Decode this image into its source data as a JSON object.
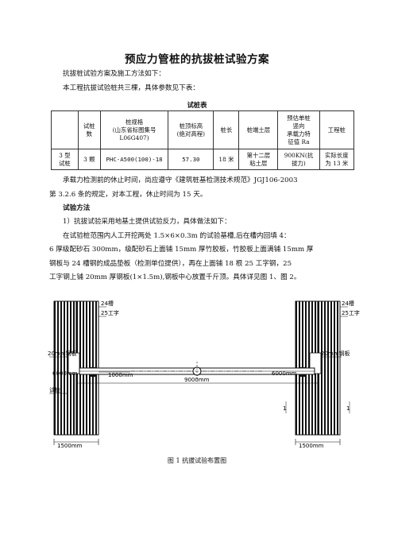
{
  "title": "预应力管桩的抗拔桩试验方案",
  "intro1": "抗拔桩试验方案及施工方法如下：",
  "intro2": "本工程抗拔试验桩共三棵，具体参数见下表：",
  "table": {
    "title": "试桩表",
    "header": {
      "c2": [
        "试桩",
        "数"
      ],
      "c3": [
        "桩规格",
        "(山东省标图集号",
        "L06G407)"
      ],
      "c4": [
        "桩顶标高",
        "(绝对高程)"
      ],
      "c5": "桩长",
      "c6": "桩端土层",
      "c7": [
        "预估单桩",
        "竖向",
        "承载力特",
        "征值 Ra"
      ],
      "c8": "工程桩"
    },
    "row": {
      "c1": [
        "3 型",
        "试桩"
      ],
      "c2": "3 颗",
      "c3": "PHC-A500(100)-18",
      "c4": "57.30",
      "c5": "18 米",
      "c6": [
        "第十二层",
        "粘土层"
      ],
      "c7": [
        "900KN(抗",
        "拔力)"
      ],
      "c8": [
        "实际长度",
        "为 13 米"
      ]
    }
  },
  "para1": "承载力检测前的休止时间，尚应遵守《建筑桩基检测技术规范》JGJ106-2003",
  "para1b": "第 3.2.6 条的规定，对本工程，休止时间为 15 天。",
  "section": "试验方法",
  "item1": "1）抗拔试验采用地基土提供试验反力，具体做法如下：",
  "para2": "在试验桩范围内人工开挖两处 1.5×6×0.3m 的试验基槽,后在槽内回填 4：",
  "para2b": "6 厚级配砂石 300mm，级配砂石上面铺 15mm 厚竹胶板，竹胶板上面满铺 15mm 厚",
  "para2c": "钢板与 24 槽钢的成品垫板（检测单位提供），再在上面铺 18 根 25 工字钢，25",
  "para2d": "工字钢上铺 20mm 厚钢板(1×1.5m),钢板中心放置千斤顶。具体详见图 1、图 2。",
  "figure": {
    "caption": "图 1   抗拔试验布置图",
    "lbl_24a": "24槽",
    "lbl_25a": "25工字",
    "lbl_24b": "24槽",
    "lbl_25b": "25工字",
    "lbl_20a": "20mm钢板",
    "lbl_20b": "20mm钢板",
    "lbl_6000a": "6000mm",
    "lbl_6000b": "6000mm",
    "lbl_1000": "1000mm",
    "lbl_9000": "9000mm",
    "lbl_1500a": "1500mm",
    "lbl_1500b": "1500mm",
    "lbl_pile": "试桩",
    "lbl_one_a": "1",
    "lbl_one_b": "1"
  }
}
